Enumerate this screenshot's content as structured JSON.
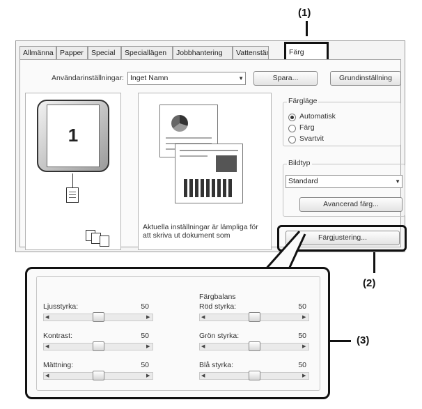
{
  "callouts": {
    "c1": "(1)",
    "c2": "(2)",
    "c3": "(3)"
  },
  "tabs": [
    {
      "label": "Allmänna",
      "active": false
    },
    {
      "label": "Papper",
      "active": false
    },
    {
      "label": "Special",
      "active": false
    },
    {
      "label": "Speciallägen",
      "active": false
    },
    {
      "label": "Jobbhantering",
      "active": false
    },
    {
      "label": "Vattenstämplar",
      "active": false
    },
    {
      "label": "Färg",
      "active": true
    }
  ],
  "user_settings": {
    "label": "Användarinställningar:",
    "value": "Inget Namn",
    "save_button": "Spara...",
    "default_button": "Grundinställning"
  },
  "preview": {
    "page_number": "1",
    "description": "Aktuella inställningar är lämpliga för att skriva ut dokument som"
  },
  "color_mode": {
    "title": "Färgläge",
    "options": [
      "Automatisk",
      "Färg",
      "Svartvit"
    ],
    "selected": "Automatisk"
  },
  "image_type": {
    "title": "Bildtyp",
    "value": "Standard",
    "advanced_button": "Avancerad färg..."
  },
  "color_adjust_button": "Färgjustering...",
  "color_adjust": {
    "balance_title": "Färgbalans",
    "sliders": [
      {
        "label": "Ljusstyrka:",
        "value": "50",
        "level": 0.5
      },
      {
        "label": "Kontrast:",
        "value": "50",
        "level": 0.5
      },
      {
        "label": "Mättning:",
        "value": "50",
        "level": 0.5
      },
      {
        "label": "Röd styrka:",
        "value": "50",
        "level": 0.5
      },
      {
        "label": "Grön styrka:",
        "value": "50",
        "level": 0.5
      },
      {
        "label": "Blå styrka:",
        "value": "50",
        "level": 0.5
      }
    ]
  }
}
